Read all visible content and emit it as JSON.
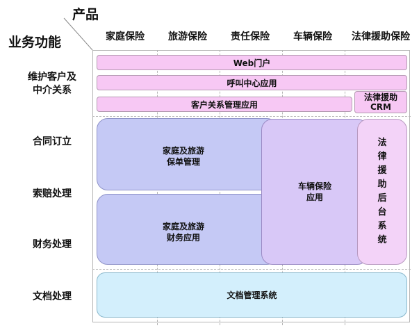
{
  "header": {
    "product_title": "产品",
    "function_title": "业务功能"
  },
  "products": [
    "家庭保险",
    "旅游保险",
    "责任保险",
    "车辆保险",
    "法律援助保险"
  ],
  "functions": [
    "维护客户及\n中介关系",
    "合同订立",
    "索赔处理",
    "财务处理",
    "文档处理"
  ],
  "bars": {
    "web_portal": "Web门户",
    "call_center": "呼叫中心应用",
    "crm": "客户关系管理应用",
    "legal_crm": "法律援助\nCRM"
  },
  "boxes": {
    "home_travel_policy": "家庭及旅游\n保单管理",
    "home_travel_finance": "家庭及旅游\n财务应用",
    "vehicle_app": "车辆保险\n应用",
    "legal_backend": "法律援助后台系统",
    "document_system": "文档管理系统"
  },
  "colors": {
    "bar_pink": "#f7c8f4",
    "blue": "#c5c9f5",
    "purple": "#d8c8f7",
    "pink": "#f3d3f8",
    "cyan": "#d3effc"
  }
}
